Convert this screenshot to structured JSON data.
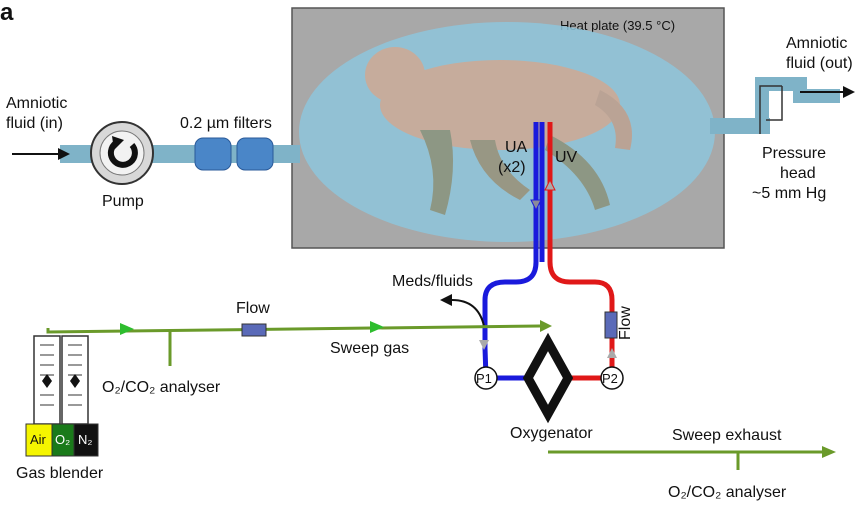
{
  "panel_letter": "a",
  "labels": {
    "heat_plate": "Heat plate (39.5 °C)",
    "amniotic_in_1": "Amniotic",
    "amniotic_in_2": "fluid (in)",
    "amniotic_out_1": "Amniotic",
    "amniotic_out_2": "fluid (out)",
    "filters": "0.2 µm filters",
    "pump": "Pump",
    "pressure_1": "Pressure",
    "pressure_2": "head",
    "pressure_3": "~5 mm Hg",
    "ua_1": "UA",
    "ua_2": "(x2)",
    "uv": "UV",
    "meds": "Meds/fluids",
    "flow_gas": "Flow",
    "flow_blood": "Flow",
    "sweep_gas": "Sweep gas",
    "analyser_left": "O₂/CO₂ analyser",
    "p1": "P1",
    "p2": "P2",
    "oxygenator": "Oxygenator",
    "sweep_exhaust": "Sweep exhaust",
    "analyser_right": "O₂/CO₂ analyser",
    "gas_air": "Air",
    "gas_o2": "O₂",
    "gas_n2": "N₂",
    "gas_blender": "Gas blender"
  },
  "colors": {
    "fluid_tube": "#7fb3c8",
    "fluid_pool": "#8ec6dc",
    "chamber": "#a8a8a8",
    "filter": "#4a86c8",
    "artery": "#1a1adc",
    "vein": "#e01818",
    "gas_line": "#6a9a2a",
    "gas_arrow": "#2ebd2e",
    "air": "#f5f500",
    "o2": "#1a7a1a",
    "n2": "#111111"
  }
}
